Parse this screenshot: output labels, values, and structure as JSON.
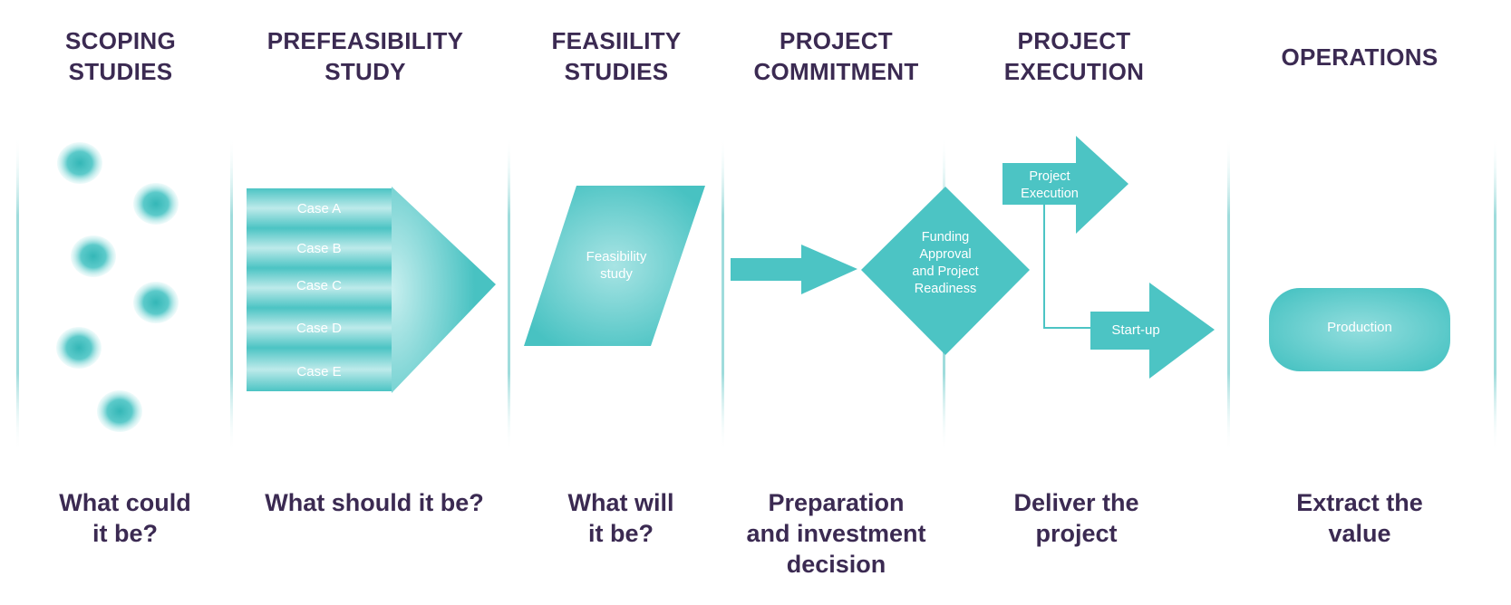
{
  "stages": [
    {
      "id": "scoping",
      "title": "SCOPING\nSTUDIES",
      "caption": "What could\nit be?"
    },
    {
      "id": "prefeasibility",
      "title": "PREFEASIBILITY\nSTUDY",
      "caption": "What should it be?"
    },
    {
      "id": "feasibility",
      "title": "FEASIILITY\nSTUDIES",
      "caption": "What will\nit be?"
    },
    {
      "id": "commitment",
      "title": "PROJECT\nCOMMITMENT",
      "caption": "Preparation\nand investment\ndecision"
    },
    {
      "id": "execution",
      "title": "PROJECT\nEXECUTION",
      "caption": "Deliver the\nproject"
    },
    {
      "id": "operations",
      "title": "OPERATIONS",
      "caption": "Extract the\nvalue"
    }
  ],
  "cases": [
    "Case A",
    "Case B",
    "Case C",
    "Case D",
    "Case E"
  ],
  "nodes": {
    "feasibility_study": "Feasibility\nstudy",
    "funding": "Funding\nApproval\nand Project\nReadiness",
    "project_execution": "Project\nExecution",
    "startup": "Start-up",
    "production": "Production"
  },
  "colors": {
    "teal": "#4cc4c4",
    "light_teal": "#a5e4e4",
    "text": "#3b2a52"
  }
}
